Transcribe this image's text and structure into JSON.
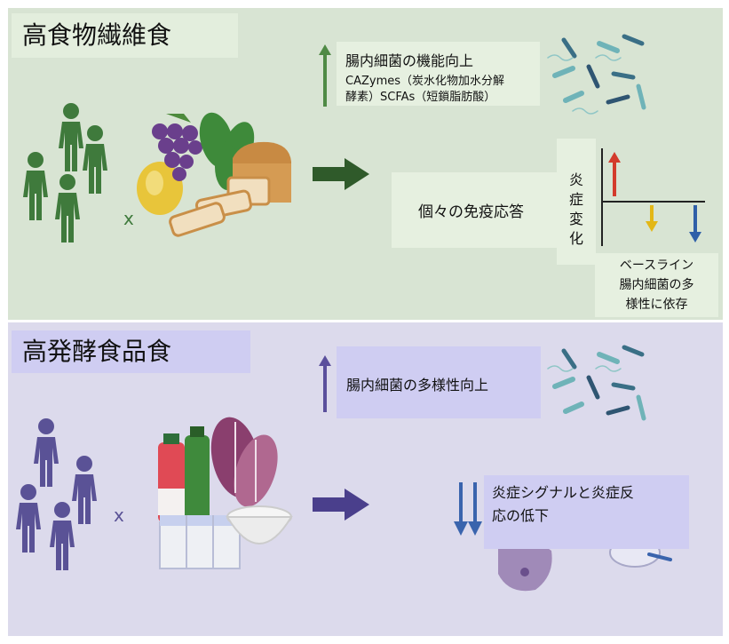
{
  "fiber": {
    "title": "高食物繊維食",
    "times": "x",
    "effect": {
      "line1": "腸内細菌の機能向上",
      "line2": "CAZymes（炭水化物加水分解",
      "line3": "酵素）SCFAs（短鎖脂肪酸）"
    },
    "immune": "個々の免疫応答",
    "inflammation_axis": [
      "炎",
      "症",
      "変",
      "化"
    ],
    "baseline": [
      "ベースライン",
      "腸内細菌の多",
      "様性に依存"
    ]
  },
  "ferm": {
    "title": "高発酵食品食",
    "times": "x",
    "effect": "腸内細菌の多様性向上",
    "signal_line1": "炎症シグナルと炎症反",
    "signal_line2": "応の低下"
  },
  "colors": {
    "fiber_panel": "#d8e4d3",
    "ferm_panel": "#dcdaec",
    "green_people": "#3f7a3c",
    "purple_people": "#5a5296",
    "up_red": "#d33b2c",
    "down_yellow": "#e3b717",
    "down_blue": "#2f5fa8"
  }
}
